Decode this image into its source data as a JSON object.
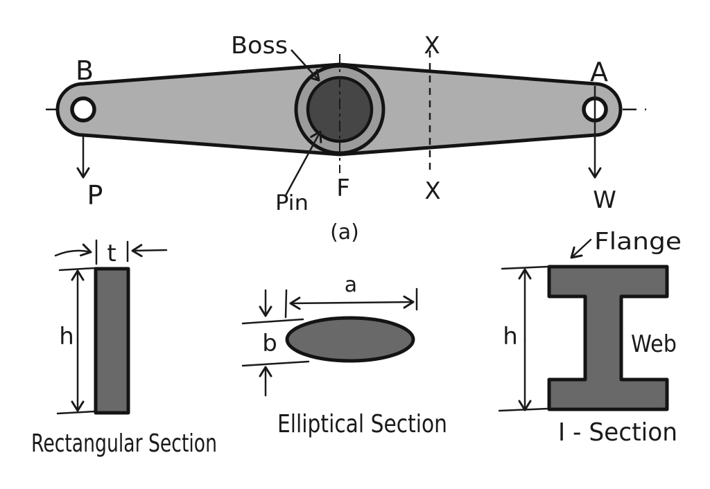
{
  "figure": {
    "background": "#ffffff",
    "ink": "#1a1a1a"
  },
  "colors": {
    "arm_fill": "#aeaeae",
    "boss_fill": "#9b9b9b",
    "pin_fill": "#464646",
    "hole_fill": "#ffffff",
    "section_fill": "#696969"
  },
  "lever": {
    "caption": "(a)",
    "labels": {
      "left_end": "B",
      "right_end": "A",
      "left_force": "P",
      "right_force": "W",
      "fulcrum": "F",
      "boss": "Boss",
      "pin": "Pin",
      "section_line_top": "X",
      "section_line_bottom": "X"
    }
  },
  "sections": {
    "rectangular": {
      "caption": "Rectangular Section",
      "thickness_label": "t",
      "height_label": "h"
    },
    "elliptical": {
      "caption": "Elliptical Section",
      "major_axis_label": "a",
      "minor_axis_label": "b"
    },
    "i_section": {
      "caption": "I - Section",
      "flange_label": "Flange",
      "web_label": "Web",
      "height_label": "h"
    }
  }
}
